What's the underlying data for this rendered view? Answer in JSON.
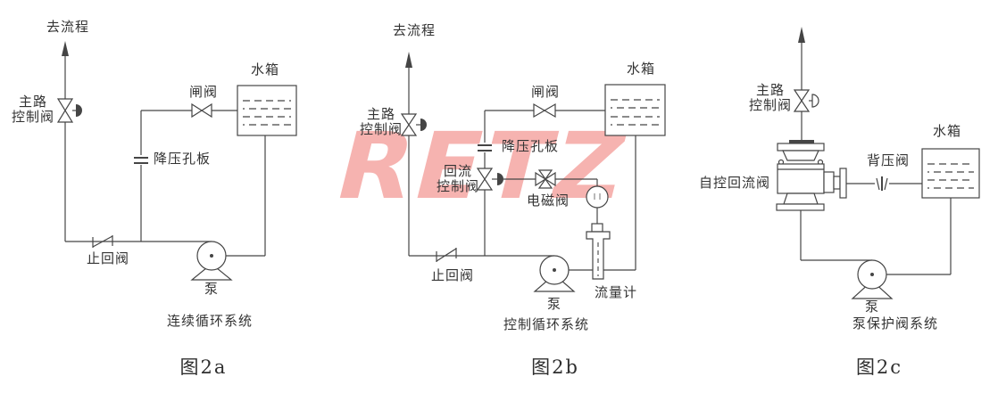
{
  "colors": {
    "line": "#454545",
    "text": "#333333",
    "watermark_pink": "#f5a9a6"
  },
  "watermark": {
    "text": "RETZ"
  },
  "diagrams": [
    {
      "figure_label": "图2a",
      "caption": "连续循环系统",
      "labels": {
        "to_process": "去流程",
        "main_valve_l1": "主路",
        "main_valve_l2": "控制阀",
        "gate_valve": "闸阀",
        "tank": "水箱",
        "orifice": "降压孔板",
        "check_valve": "止回阀",
        "pump": "泵"
      }
    },
    {
      "figure_label": "图2b",
      "caption": "控制循环系统",
      "labels": {
        "to_process": "去流程",
        "main_valve_l1": "主路",
        "main_valve_l2": "控制阀",
        "gate_valve": "闸阀",
        "tank": "水箱",
        "orifice": "降压孔板",
        "return_valve_l1": "回流",
        "return_valve_l2": "控制阀",
        "solenoid_valve": "电磁阀",
        "flow_meter": "流量计",
        "check_valve": "止回阀",
        "pump": "泵"
      }
    },
    {
      "figure_label": "图2c",
      "caption": "泵保护阀系统",
      "labels": {
        "main_valve_l1": "主路",
        "main_valve_l2": "控制阀",
        "auto_recirc_valve": "自控回流阀",
        "back_pressure_valve": "背压阀",
        "tank": "水箱",
        "pump": "泵"
      }
    }
  ]
}
